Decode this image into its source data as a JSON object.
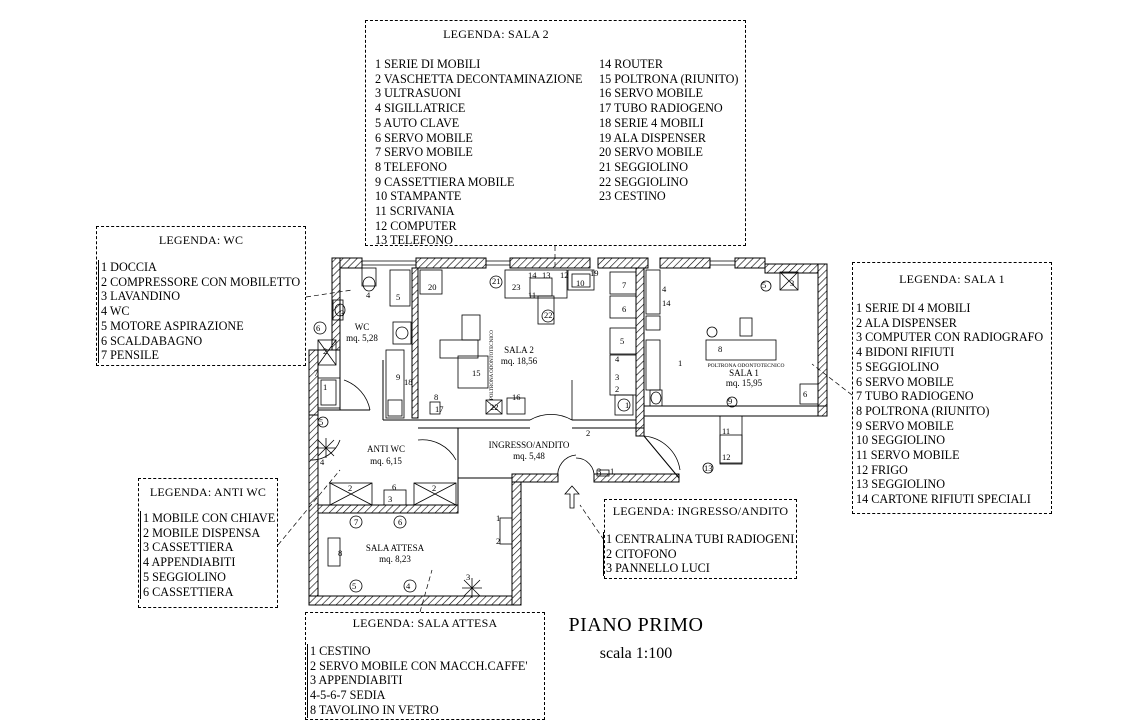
{
  "legends": {
    "sala2": {
      "title": "LEGENDA: SALA 2",
      "col1": [
        "1 SERIE DI MOBILI",
        "2 VASCHETTA DECONTAMINAZIONE",
        "3 ULTRASUONI",
        "4 SIGILLATRICE",
        "5 AUTO CLAVE",
        "6 SERVO MOBILE",
        "7 SERVO MOBILE",
        "8 TELEFONO",
        "9 CASSETTIERA MOBILE",
        "10 STAMPANTE",
        "11 SCRIVANIA",
        "12 COMPUTER",
        "13 TELEFONO"
      ],
      "col2": [
        "14 ROUTER",
        "15 POLTRONA (RIUNITO)",
        "16 SERVO MOBILE",
        "17 TUBO RADIOGENO",
        "18 SERIE 4 MOBILI",
        "19 ALA DISPENSER",
        "20 SERVO MOBILE",
        "21 SEGGIOLINO",
        "22 SEGGIOLINO",
        "23 CESTINO"
      ]
    },
    "wc": {
      "title": "LEGENDA: WC",
      "items": [
        "1 DOCCIA",
        "2 COMPRESSORE CON MOBILETTO",
        "3 LAVANDINO",
        "4 WC",
        "5 MOTORE ASPIRAZIONE",
        "6 SCALDABAGNO",
        "7 PENSILE"
      ]
    },
    "sala1": {
      "title": "LEGENDA: SALA 1",
      "items": [
        "1 SERIE DI 4 MOBILI",
        "2 ALA DISPENSER",
        "3 COMPUTER CON RADIOGRAFO",
        "4 BIDONI RIFIUTI",
        "5 SEGGIOLINO",
        "6 SERVO MOBILE",
        "7 TUBO RADIOGENO",
        "8 POLTRONA (RIUNITO)",
        "9 SERVO MOBILE",
        "10 SEGGIOLINO",
        "11 SERVO MOBILE",
        "12 FRIGO",
        "13 SEGGIOLINO",
        "14 CARTONE RIFIUTI SPECIALI"
      ]
    },
    "antiwc": {
      "title": "LEGENDA: ANTI WC",
      "items": [
        "1 MOBILE CON CHIAVE",
        "2 MOBILE DISPENSA",
        "3 CASSETTIERA",
        "4 APPENDIABITI",
        "5 SEGGIOLINO",
        "6 CASSETTIERA"
      ]
    },
    "ingresso": {
      "title": "LEGENDA: INGRESSO/ANDITO",
      "items": [
        "1 CENTRALINA TUBI RADIOGENI",
        "2 CITOFONO",
        "3 PANNELLO LUCI"
      ]
    },
    "attesa": {
      "title": "LEGENDA: SALA ATTESA",
      "items": [
        "1 CESTINO",
        "2 SERVO MOBILE CON MACCH.CAFFE'",
        "3 APPENDIABITI",
        "4-5-6-7 SEDIA",
        "8 TAVOLINO IN VETRO"
      ]
    }
  },
  "rooms": {
    "wc": {
      "name": "WC",
      "area": "mq. 5,28"
    },
    "sala2": {
      "name": "SALA 2",
      "area": "mq. 18,56"
    },
    "sala1": {
      "name": "SALA 1",
      "area": "mq. 15,95"
    },
    "antiwc": {
      "name": "ANTI WC",
      "area": "mq. 6,15"
    },
    "ingresso": {
      "name": "INGRESSO/ANDITO",
      "area": "mq. 5,48"
    },
    "attesa": {
      "name": "SALA ATTESA",
      "area": "mq. 8,23"
    }
  },
  "labels": {
    "poltrona_sala2": "POLTRONA ODONTOTECNICO",
    "poltrona_sala1": "POLTRONA ODONTOTECNICO"
  },
  "footer": {
    "title": "PIANO PRIMO",
    "scale": "scala 1:100"
  }
}
